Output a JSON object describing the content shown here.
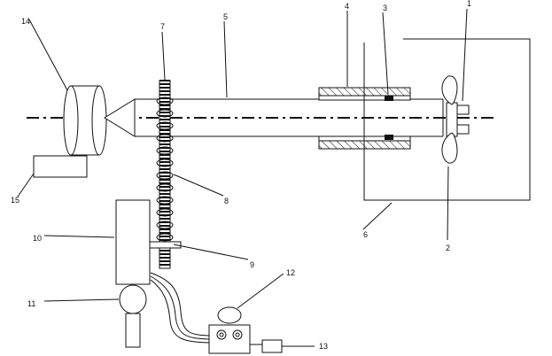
{
  "labels": {
    "l1": "1",
    "l2": "2",
    "l3": "3",
    "l4": "4",
    "l5": "5",
    "l6": "6",
    "l7": "7",
    "l8": "8",
    "l9": "9",
    "l10": "10",
    "l11": "11",
    "l12": "12",
    "l13": "13",
    "l14": "14",
    "l15": "15"
  },
  "colors": {
    "stroke": "#111111",
    "background": "#ffffff"
  }
}
